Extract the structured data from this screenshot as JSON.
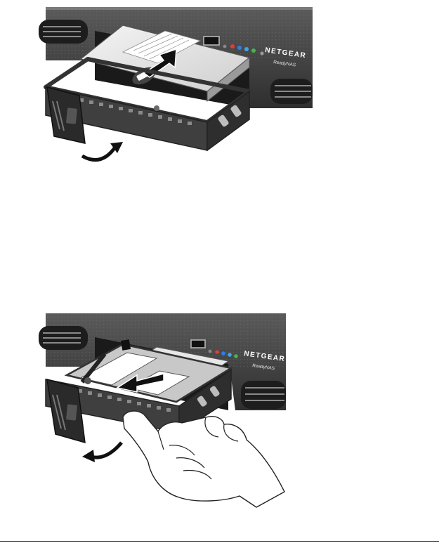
{
  "figures": [
    {
      "brand_label": "NETGEAR",
      "model_label": "ReadyNAS"
    },
    {
      "brand_label": "NETGEAR",
      "model_label": "ReadyNAS"
    }
  ],
  "colors": {
    "chassis": "#3a3a3a",
    "chassis_dark": "#262626",
    "tray": "#4a4a4a",
    "drive": "#e9e9e9",
    "arrow": "#111111",
    "led_red": "#e23b3b",
    "led_blue1": "#2f7fe0",
    "led_blue2": "#3aa7e8",
    "led_green": "#44b54a"
  }
}
